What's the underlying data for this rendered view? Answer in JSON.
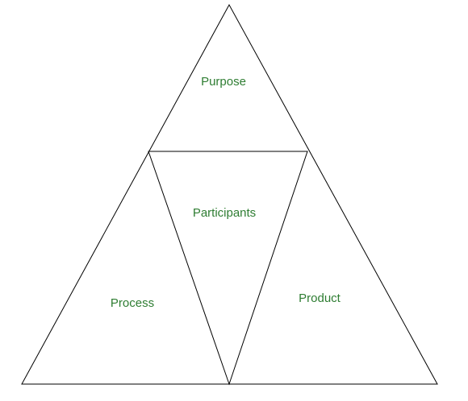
{
  "colors": {
    "label": "#2e7d32",
    "stroke": "#000000",
    "background": "#ffffff"
  },
  "labels": {
    "purpose": "Purpose",
    "participants": "Participants",
    "process": "Process",
    "product": "Product"
  }
}
